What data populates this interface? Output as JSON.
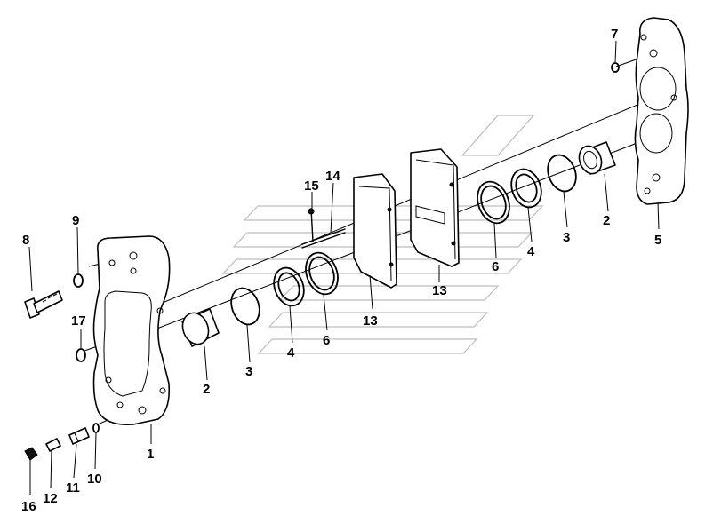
{
  "labels": {
    "p1": "1",
    "p2a": "2",
    "p2b": "2",
    "p3a": "3",
    "p3b": "3",
    "p4a": "4",
    "p4b": "4",
    "p5": "5",
    "p6a": "6",
    "p6b": "6",
    "p7": "7",
    "p8": "8",
    "p9": "9",
    "p10": "10",
    "p11": "11",
    "p12": "12",
    "p13a": "13",
    "p13b": "13",
    "p14": "14",
    "p15": "15",
    "p16": "16",
    "p17": "17"
  }
}
